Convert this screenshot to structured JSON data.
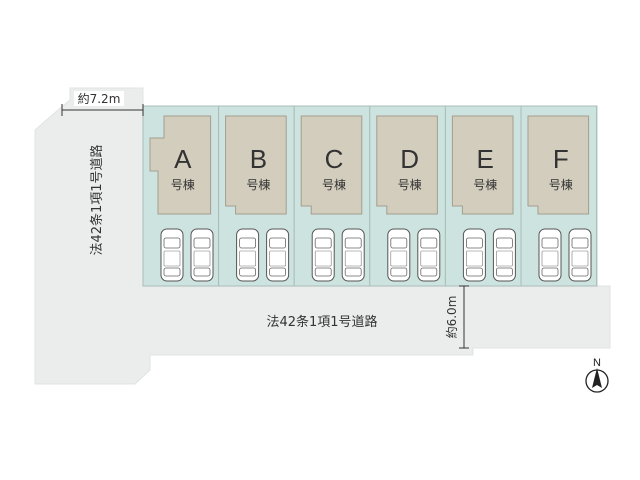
{
  "lots": [
    {
      "letter": "A",
      "sub": "号棟"
    },
    {
      "letter": "B",
      "sub": "号棟"
    },
    {
      "letter": "C",
      "sub": "号棟"
    },
    {
      "letter": "D",
      "sub": "号棟"
    },
    {
      "letter": "E",
      "sub": "号棟"
    },
    {
      "letter": "F",
      "sub": "号棟"
    }
  ],
  "roads": {
    "front": "法42条1項1号道路",
    "side": "法42条1項1号道路"
  },
  "dimensions": {
    "side_width": "約7.2m",
    "front_width": "約6.0m"
  },
  "compass": {
    "label": "N"
  },
  "colors": {
    "road": "#ebecec",
    "lot_fill": "#cde3df",
    "house_fill": "#d3cdbe",
    "outline": "#a9bcb8"
  }
}
